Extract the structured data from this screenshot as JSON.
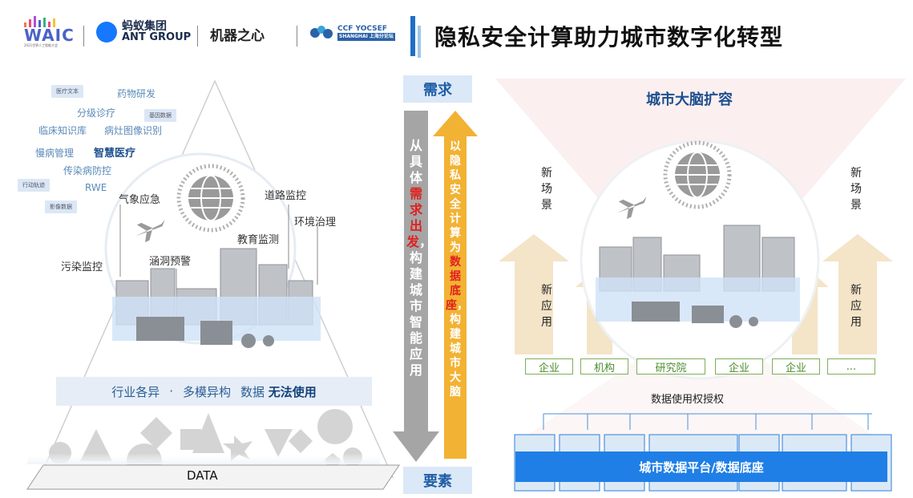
{
  "header": {
    "logos": {
      "waic": {
        "name": "WAIC",
        "subtitle": "2021世界人工智能大会"
      },
      "ant": {
        "cn": "蚂蚁集团",
        "en": "ANT GROUP"
      },
      "jqzx": {
        "name": "机器之心"
      },
      "ccf": {
        "line1": "CCF YOCSEF",
        "line2": "SHANGHAI 上海分论坛"
      }
    },
    "title": "隐私安全计算助力城市数字化转型"
  },
  "left": {
    "tags": [
      "医疗文本",
      "基因数据",
      "行动轨迹",
      "影像数据"
    ],
    "medical_labels": [
      "药物研发",
      "分级诊疗",
      "临床知识库",
      "病灶图像识别",
      "慢病管理",
      "传染病防控",
      "RWE"
    ],
    "medical_highlight": "智慧医疗",
    "city_labels": [
      "气象应急",
      "道路监控",
      "环境治理",
      "教育监测",
      "涵洞预警",
      "污染监控"
    ],
    "problem": {
      "part1": "行业各异",
      "dot": "·",
      "part2": "多模异构",
      "part3": "数据",
      "part4": "无法使用"
    },
    "data_label": "DATA"
  },
  "middle": {
    "top": "需求",
    "bottom": "要素",
    "down_arrow": {
      "pre": "从具体",
      "red": "需求出发",
      "post": "，构建城市智能应用"
    },
    "up_arrow": {
      "pre": "以隐私安全计算为",
      "red": "数据底座",
      "post": "，构建城市大脑"
    },
    "colors": {
      "down": "#a5a5a5",
      "up": "#f2b233",
      "red": "#e02020"
    }
  },
  "right": {
    "title": "城市大脑扩容",
    "new_scene_left": "新场景",
    "new_scene_right": "新场景",
    "new_app_left": "新应用",
    "new_app_right": "新应用",
    "orgs": [
      "企业",
      "机构",
      "研究院",
      "企业",
      "企业",
      "..."
    ],
    "auth_label": "数据使用权授权",
    "platform": "城市数据平台/数据底座"
  }
}
